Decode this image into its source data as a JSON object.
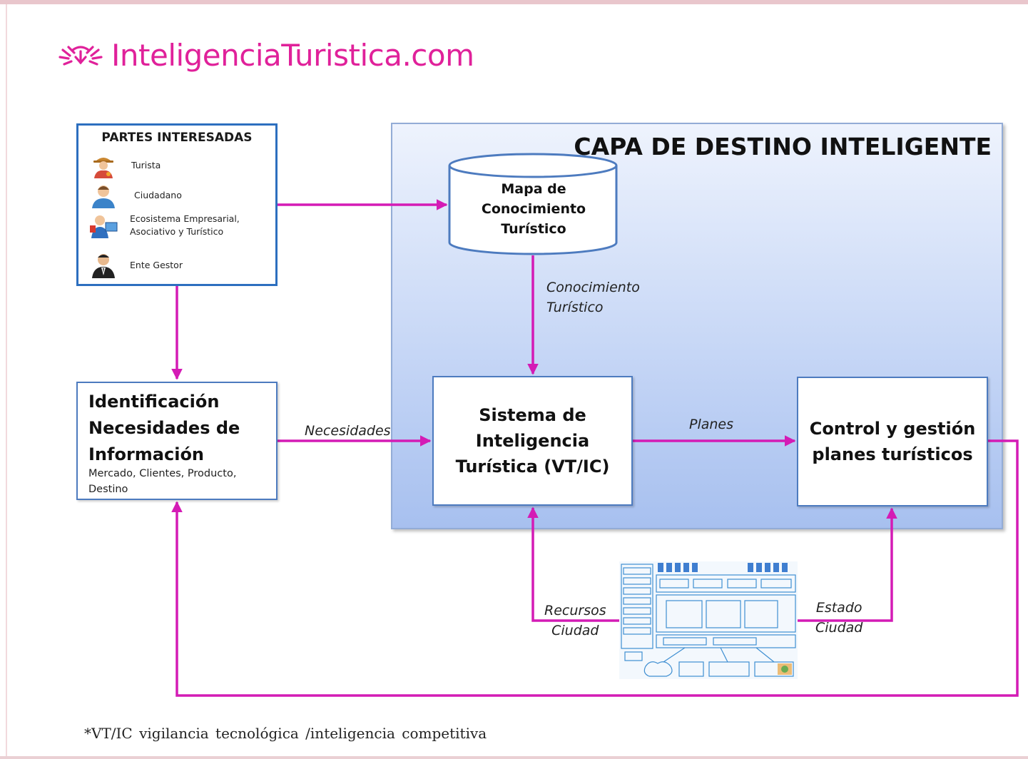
{
  "brand": {
    "icon": "wifi-antenna-icon",
    "name": "InteligenciaTuristica.com",
    "color": "#e0219a"
  },
  "zone": {
    "title": "CAPA DE DESTINO\nINTELIGENTE",
    "bg_top": "#eef3fd",
    "bg_bottom": "#a7c0ef"
  },
  "stakeholders": {
    "title": "PARTES INTERESADAS",
    "items": [
      {
        "label": "Turista",
        "icon": "tourist-icon"
      },
      {
        "label": "Ciudadano",
        "icon": "citizen-icon"
      },
      {
        "label": "Ecosistema Empresarial,\nAsociativo y Turístico",
        "icon": "business-icon"
      },
      {
        "label": "Ente Gestor",
        "icon": "manager-icon"
      }
    ]
  },
  "nodes": {
    "knowledge_map": "Mapa de\nConocimiento\nTurístico",
    "needs_title": "Identificación\nNecesidades de\nInformación",
    "needs_subtitle": "Mercado, Clientes, Producto, Destino",
    "intelligence_system": "Sistema de\nInteligencia\nTurística (VT/IC)",
    "control": "Control y gestión\nplanes turísticos"
  },
  "flows": {
    "knowledge": "Conocimiento\nTurístico",
    "needs": "Necesidades",
    "plans": "Planes",
    "resources": "Recursos\nCiudad",
    "state": "Estado\nCiudad"
  },
  "colors": {
    "arrow": "#d41bb5",
    "box_border": "#4d7bbf",
    "stake_border": "#2d6fbf"
  },
  "footnote": "*VT/IC vigilancia tecnológica /inteligencia competitiva"
}
